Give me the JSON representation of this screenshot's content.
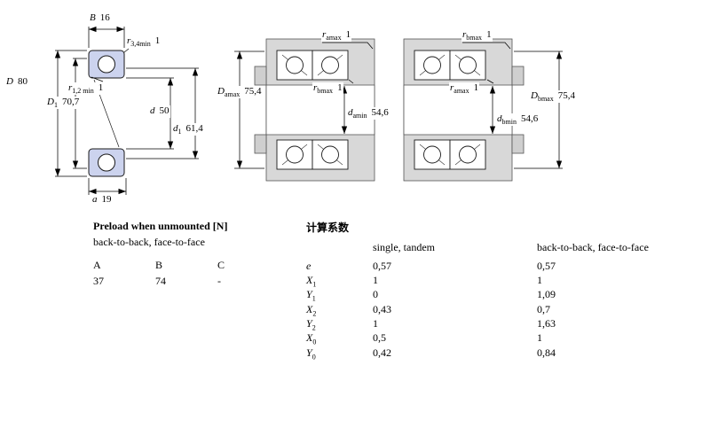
{
  "dims": {
    "B": {
      "base": "B",
      "sub": "",
      "value": "16"
    },
    "r34": {
      "base": "r",
      "sub": "3,4min",
      "value": "1"
    },
    "D": {
      "base": "D",
      "sub": "",
      "value": "80"
    },
    "r12": {
      "base": "r",
      "sub": "1,2 min",
      "value": "1"
    },
    "D1": {
      "base": "D",
      "sub": "1",
      "value": "70,7"
    },
    "d": {
      "base": "d",
      "sub": "",
      "value": "50"
    },
    "d1": {
      "base": "d",
      "sub": "1",
      "value": "61,4"
    },
    "a": {
      "base": "a",
      "sub": "",
      "value": "19"
    },
    "ra1": {
      "base": "r",
      "sub": "amax",
      "value": "1"
    },
    "Da": {
      "base": "D",
      "sub": "amax",
      "value": "75,4"
    },
    "rb1": {
      "base": "r",
      "sub": "bmax",
      "value": "1"
    },
    "da": {
      "base": "d",
      "sub": "amin",
      "value": "54,6"
    },
    "rb2": {
      "base": "r",
      "sub": "bmax",
      "value": "1"
    },
    "ra2": {
      "base": "r",
      "sub": "amax",
      "value": "1"
    },
    "Db": {
      "base": "D",
      "sub": "bmax",
      "value": "75,4"
    },
    "db": {
      "base": "d",
      "sub": "bmin",
      "value": "54,6"
    }
  },
  "preload": {
    "title": "Preload when unmounted [N]",
    "subtitle": "back-to-back, face-to-face",
    "columns": [
      "A",
      "B",
      "C"
    ],
    "values": [
      "37",
      "74",
      "-"
    ]
  },
  "factors": {
    "title": "计算系数",
    "col1": "single, tandem",
    "col2": "back-to-back, face-to-face",
    "rows": [
      {
        "base": "e",
        "sub": "",
        "v1": "0,57",
        "v2": "0,57"
      },
      {
        "base": "X",
        "sub": "1",
        "v1": "1",
        "v2": "1"
      },
      {
        "base": "Y",
        "sub": "1",
        "v1": "0",
        "v2": "1,09"
      },
      {
        "base": "X",
        "sub": "2",
        "v1": "0,43",
        "v2": "0,7"
      },
      {
        "base": "Y",
        "sub": "2",
        "v1": "1",
        "v2": "1,63"
      },
      {
        "base": "X",
        "sub": "0",
        "v1": "0,5",
        "v2": "1"
      },
      {
        "base": "Y",
        "sub": "0",
        "v1": "0,42",
        "v2": "0,84"
      }
    ]
  }
}
